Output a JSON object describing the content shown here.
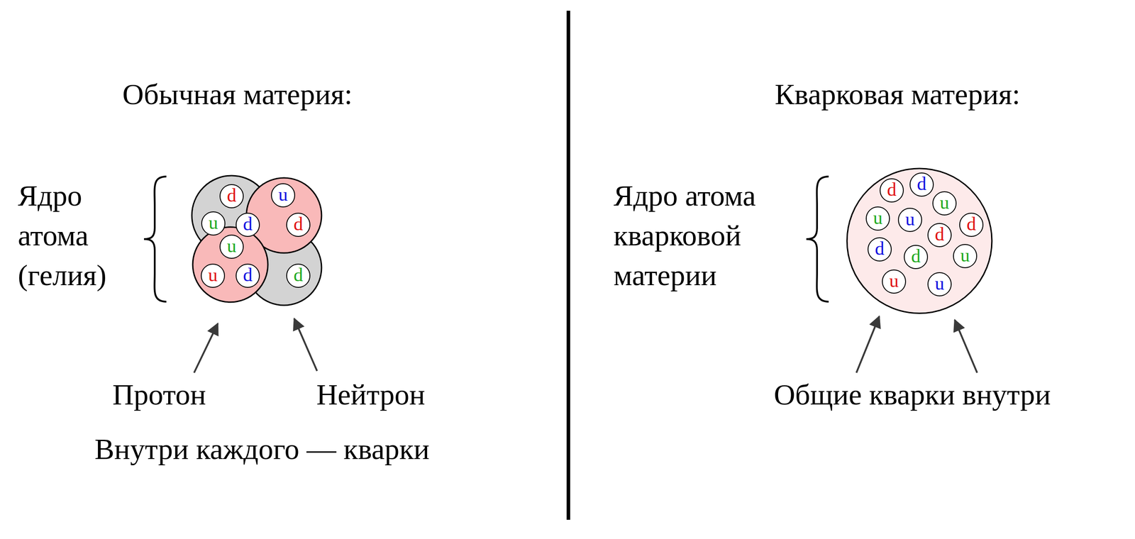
{
  "diagram": {
    "nodes": [
      {
        "text": [
          "d"
        ]
      },
      {
        "text": [
          "u"
        ]
      },
      {
        "text": [
          "d"
        ]
      },
      {
        "text": [
          "u"
        ]
      },
      {
        "text": [
          "d"
        ]
      },
      {
        "text": [
          "u"
        ]
      },
      {
        "text": [
          "u"
        ]
      },
      {
        "text": [
          "d"
        ]
      },
      {
        "text": [
          "d"
        ]
      },
      {
        "text": [
          "d"
        ]
      },
      {
        "text": [
          "d"
        ]
      },
      {
        "text": [
          "u"
        ]
      },
      {
        "text": [
          "u"
        ]
      },
      {
        "text": [
          "u"
        ]
      },
      {
        "text": [
          "d"
        ]
      },
      {
        "text": [
          "d"
        ]
      },
      {
        "text": [
          "d"
        ]
      },
      {
        "text": [
          "d"
        ]
      },
      {
        "text": [
          "u"
        ]
      },
      {
        "text": [
          "u"
        ]
      },
      {
        "text": [
          "u"
        ]
      }
    ],
    "labels": [
      "Обычная материя:",
      "Кварковая материя:",
      "Ядро атома (гелия)",
      "Ядро атома кварковой материи",
      "Протон",
      "Нейтрон",
      "Внутри каждого — кварки",
      "Общие кварки внутри"
    ]
  }
}
